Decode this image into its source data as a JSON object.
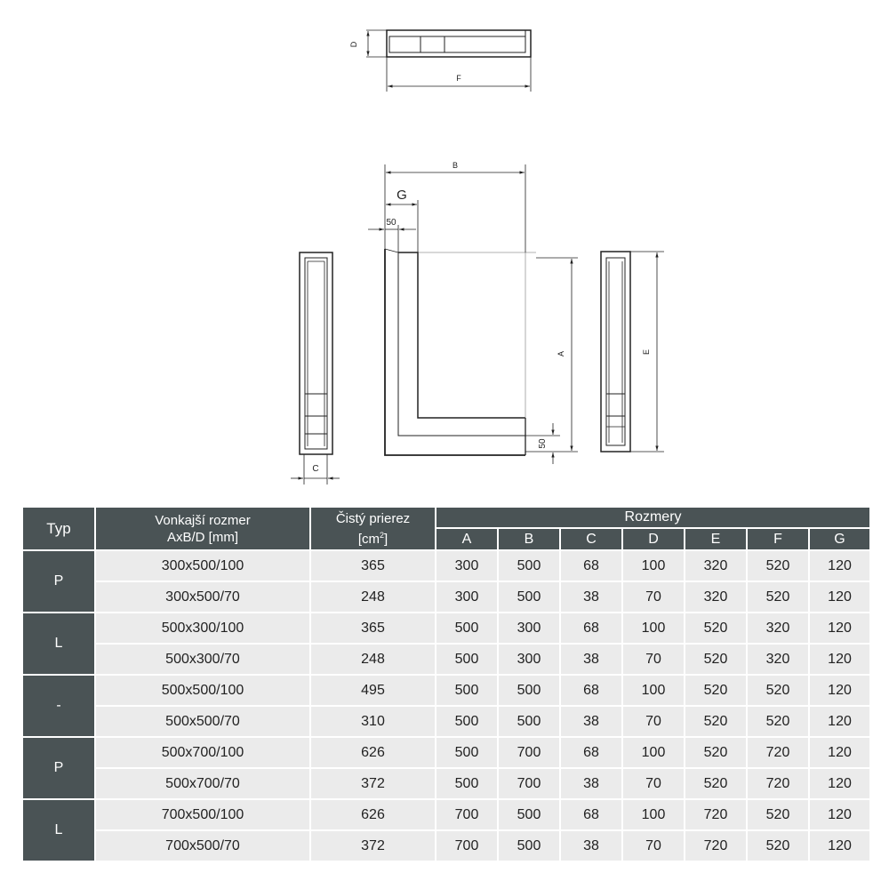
{
  "drawing": {
    "labels": {
      "D": "D",
      "F": "F",
      "B": "B",
      "G": "G",
      "g50": "50",
      "A": "A",
      "a50": "50",
      "E": "E",
      "C": "C"
    }
  },
  "table": {
    "header": {
      "typ": "Typ",
      "outer_line1": "Vonkajší rozmer",
      "outer_line2": "AxB/D [mm]",
      "cross_line1": "Čistý prierez",
      "cross_line2_base": "[cm",
      "cross_line2_sup": "2",
      "cross_line2_end": "]",
      "rozmery": "Rozmery",
      "columns": [
        "A",
        "B",
        "C",
        "D",
        "E",
        "F",
        "G"
      ]
    },
    "groups": [
      {
        "typ": "P",
        "rows": [
          {
            "size": "300x500/100",
            "area": "365",
            "dims": [
              "300",
              "500",
              "68",
              "100",
              "320",
              "520",
              "120"
            ]
          },
          {
            "size": "300x500/70",
            "area": "248",
            "dims": [
              "300",
              "500",
              "38",
              "70",
              "320",
              "520",
              "120"
            ]
          }
        ]
      },
      {
        "typ": "L",
        "rows": [
          {
            "size": "500x300/100",
            "area": "365",
            "dims": [
              "500",
              "300",
              "68",
              "100",
              "520",
              "320",
              "120"
            ]
          },
          {
            "size": "500x300/70",
            "area": "248",
            "dims": [
              "500",
              "300",
              "38",
              "70",
              "520",
              "320",
              "120"
            ]
          }
        ]
      },
      {
        "typ": "-",
        "rows": [
          {
            "size": "500x500/100",
            "area": "495",
            "dims": [
              "500",
              "500",
              "68",
              "100",
              "520",
              "520",
              "120"
            ]
          },
          {
            "size": "500x500/70",
            "area": "310",
            "dims": [
              "500",
              "500",
              "38",
              "70",
              "520",
              "520",
              "120"
            ]
          }
        ]
      },
      {
        "typ": "P",
        "rows": [
          {
            "size": "500x700/100",
            "area": "626",
            "dims": [
              "500",
              "700",
              "68",
              "100",
              "520",
              "720",
              "120"
            ]
          },
          {
            "size": "500x700/70",
            "area": "372",
            "dims": [
              "500",
              "700",
              "38",
              "70",
              "520",
              "720",
              "120"
            ]
          }
        ]
      },
      {
        "typ": "L",
        "rows": [
          {
            "size": "700x500/100",
            "area": "626",
            "dims": [
              "700",
              "500",
              "68",
              "100",
              "720",
              "520",
              "120"
            ]
          },
          {
            "size": "700x500/70",
            "area": "372",
            "dims": [
              "700",
              "500",
              "38",
              "70",
              "720",
              "520",
              "120"
            ]
          }
        ]
      }
    ]
  }
}
